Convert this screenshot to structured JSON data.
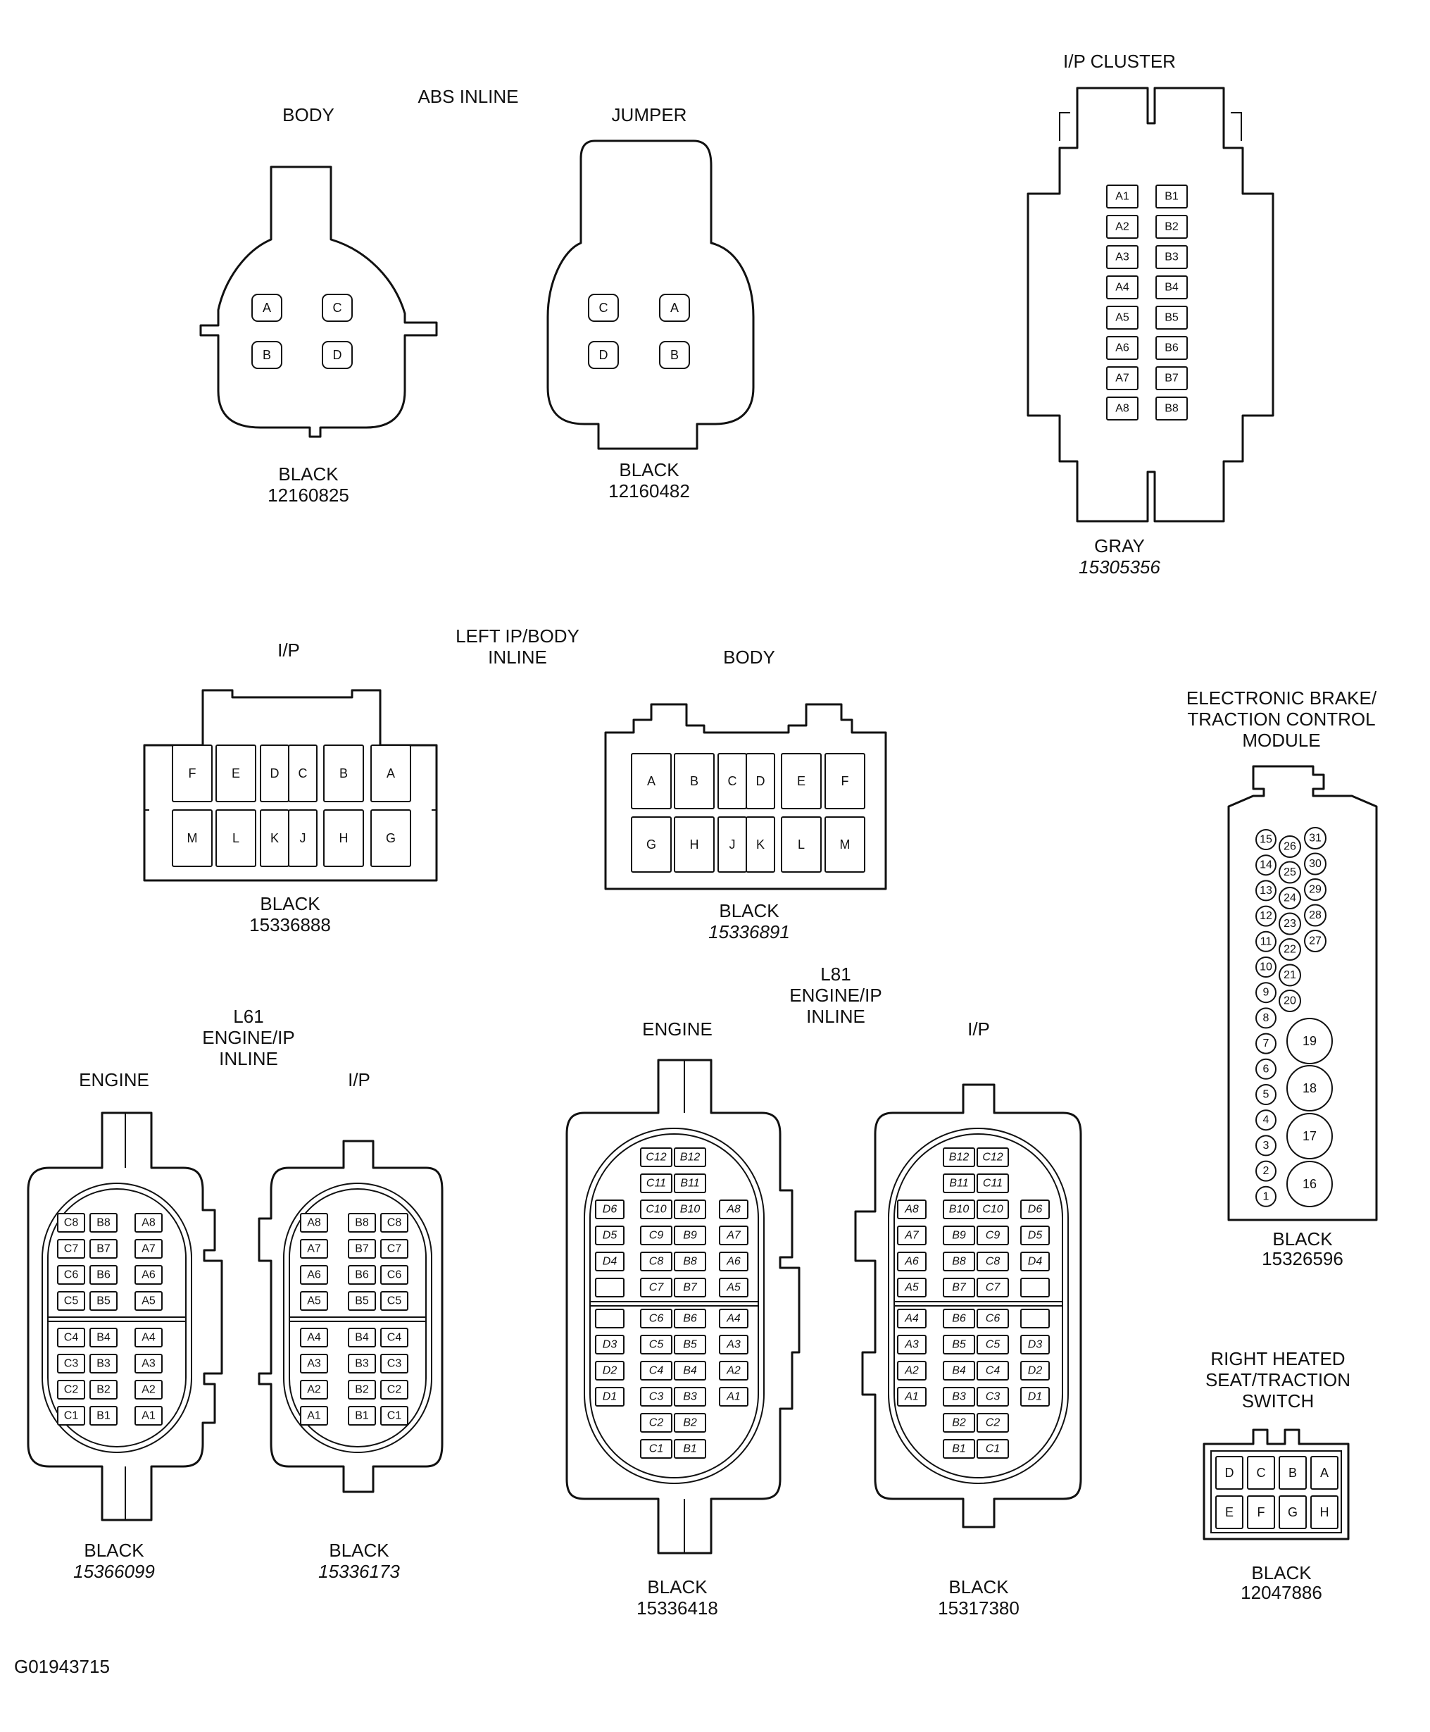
{
  "figure_id": "G01943715",
  "connectors": {
    "abs_inline": {
      "title": "ABS INLINE",
      "body": {
        "title": "BODY",
        "pins": [
          "A",
          "C",
          "B",
          "D"
        ],
        "color": "BLACK",
        "part": "12160825"
      },
      "jumper": {
        "title": "JUMPER",
        "pins": [
          "C",
          "A",
          "D",
          "B"
        ],
        "color": "BLACK",
        "part": "12160482"
      }
    },
    "ip_cluster": {
      "title": "I/P CLUSTER",
      "left_pins": [
        "A1",
        "A2",
        "A3",
        "A4",
        "A5",
        "A6",
        "A7",
        "A8"
      ],
      "right_pins": [
        "B1",
        "B2",
        "B3",
        "B4",
        "B5",
        "B6",
        "B7",
        "B8"
      ],
      "color": "GRAY",
      "part": "15305356"
    },
    "left_ip_body_inline": {
      "title_line1": "LEFT IP/BODY",
      "title_line2": "INLINE",
      "ip": {
        "title": "I/P",
        "top_pins": [
          "F",
          "E",
          "D",
          "C",
          "B",
          "A"
        ],
        "bottom_pins": [
          "M",
          "L",
          "K",
          "J",
          "H",
          "G"
        ],
        "color": "BLACK",
        "part": "15336888"
      },
      "body": {
        "title": "BODY",
        "top_pins": [
          "A",
          "B",
          "C",
          "D",
          "E",
          "F"
        ],
        "bottom_pins": [
          "G",
          "H",
          "J",
          "K",
          "L",
          "M"
        ],
        "color": "BLACK",
        "part": "15336891"
      }
    },
    "ebtcm": {
      "title_line1": "ELECTRONIC BRAKE/",
      "title_line2": "TRACTION CONTROL",
      "title_line3": "MODULE",
      "col1": [
        "15",
        "14",
        "13",
        "12",
        "11",
        "10",
        "9",
        "8",
        "7",
        "6",
        "5",
        "4",
        "3",
        "2",
        "1"
      ],
      "col2": [
        "26",
        "25",
        "24",
        "23",
        "22",
        "21",
        "20"
      ],
      "col3": [
        "31",
        "30",
        "29",
        "28",
        "27"
      ],
      "large": [
        "19",
        "18",
        "17",
        "16"
      ],
      "color": "BLACK",
      "part": "15326596"
    },
    "l61": {
      "title_line1": "L61",
      "title_line2": "ENGINE/IP",
      "title_line3": "INLINE",
      "engine": {
        "title": "ENGINE",
        "upper": [
          [
            "C8",
            "B8",
            "A8"
          ],
          [
            "C7",
            "B7",
            "A7"
          ],
          [
            "C6",
            "B6",
            "A6"
          ],
          [
            "C5",
            "B5",
            "A5"
          ]
        ],
        "lower": [
          [
            "C4",
            "B4",
            "A4"
          ],
          [
            "C3",
            "B3",
            "A3"
          ],
          [
            "C2",
            "B2",
            "A2"
          ],
          [
            "C1",
            "B1",
            "A1"
          ]
        ],
        "color": "BLACK",
        "part": "15366099"
      },
      "ip": {
        "title": "I/P",
        "upper": [
          [
            "A8",
            "B8",
            "C8"
          ],
          [
            "A7",
            "B7",
            "C7"
          ],
          [
            "A6",
            "B6",
            "C6"
          ],
          [
            "A5",
            "B5",
            "C5"
          ]
        ],
        "lower": [
          [
            "A4",
            "B4",
            "C4"
          ],
          [
            "A3",
            "B3",
            "C3"
          ],
          [
            "A2",
            "B2",
            "C2"
          ],
          [
            "A1",
            "B1",
            "C1"
          ]
        ],
        "color": "BLACK",
        "part": "15336173"
      }
    },
    "l81": {
      "title_line1": "L81",
      "title_line2": "ENGINE/IP",
      "title_line3": "INLINE",
      "engine": {
        "title": "ENGINE",
        "rows": [
          [
            "",
            "C12",
            "B12",
            ""
          ],
          [
            "",
            "C11",
            "B11",
            ""
          ],
          [
            "D6",
            "C10",
            "B10",
            "A8"
          ],
          [
            "D5",
            "C9",
            "B9",
            "A7"
          ],
          [
            "D4",
            "C8",
            "B8",
            "A6"
          ],
          [
            "",
            "C7",
            "B7",
            "A5"
          ],
          [
            "",
            "C6",
            "B6",
            "A4"
          ],
          [
            "D3",
            "C5",
            "B5",
            "A3"
          ],
          [
            "D2",
            "C4",
            "B4",
            "A2"
          ],
          [
            "D1",
            "C3",
            "B3",
            "A1"
          ],
          [
            "",
            "C2",
            "B2",
            ""
          ],
          [
            "",
            "C1",
            "B1",
            ""
          ]
        ],
        "color": "BLACK",
        "part": "15336418"
      },
      "ip": {
        "title": "I/P",
        "rows": [
          [
            "",
            "B12",
            "C12",
            ""
          ],
          [
            "",
            "B11",
            "C11",
            ""
          ],
          [
            "A8",
            "B10",
            "C10",
            "D6"
          ],
          [
            "A7",
            "B9",
            "C9",
            "D5"
          ],
          [
            "A6",
            "B8",
            "C8",
            "D4"
          ],
          [
            "A5",
            "B7",
            "C7",
            ""
          ],
          [
            "A4",
            "B6",
            "C6",
            ""
          ],
          [
            "A3",
            "B5",
            "C5",
            "D3"
          ],
          [
            "A2",
            "B4",
            "C4",
            "D2"
          ],
          [
            "A1",
            "B3",
            "C3",
            "D1"
          ],
          [
            "",
            "B2",
            "C2",
            ""
          ],
          [
            "",
            "B1",
            "C1",
            ""
          ]
        ],
        "color": "BLACK",
        "part": "15317380"
      }
    },
    "right_heated_seat": {
      "title_line1": "RIGHT HEATED",
      "title_line2": "SEAT/TRACTION",
      "title_line3": "SWITCH",
      "top_pins": [
        "D",
        "C",
        "B",
        "A"
      ],
      "bottom_pins": [
        "E",
        "F",
        "G",
        "H"
      ],
      "color": "BLACK",
      "part": "12047886"
    }
  }
}
